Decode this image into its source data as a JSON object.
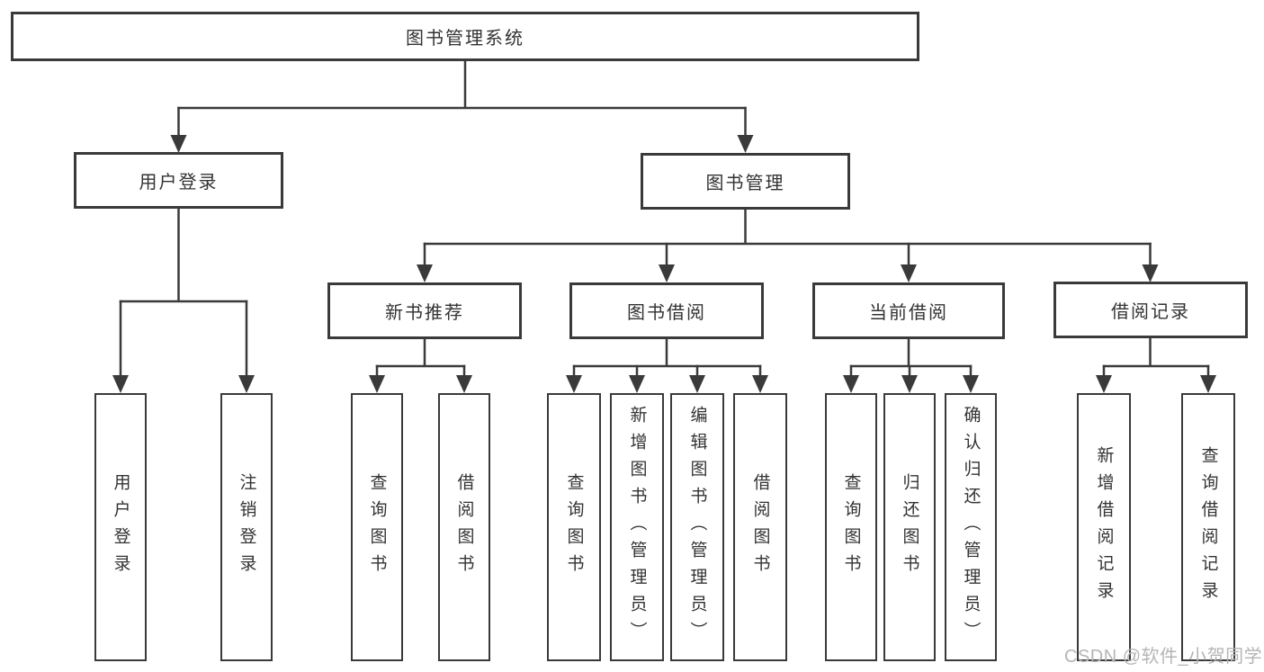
{
  "diagram": {
    "root": "图书管理系统",
    "level2": {
      "user_login": "用户登录",
      "book_management": "图书管理"
    },
    "level3": {
      "new_book": "新书推荐",
      "book_borrow": "图书借阅",
      "current_borrow": "当前借阅",
      "borrow_record": "借阅记录"
    },
    "leaves": {
      "user_login": "用户登录",
      "logout": "注销登录",
      "nb_query": "查询图书",
      "nb_borrow": "借阅图书",
      "bb_query": "查询图书",
      "bb_add": "新增图书（管理员）",
      "bb_edit": "编辑图书（管理员）",
      "bb_borrow": "借阅图书",
      "cb_query": "查询图书",
      "cb_return": "归还图书",
      "cb_confirm": "确认归还（管理员）",
      "br_add": "新增借阅记录",
      "br_query": "查询借阅记录"
    }
  },
  "watermark": {
    "text": "CSDN @软件_小贺同学",
    "color": "#b5b5b5"
  },
  "colors": {
    "line": "#3a3a3a",
    "box_border": "#3a3a3a",
    "text": "#333333",
    "background": "#ffffff"
  }
}
